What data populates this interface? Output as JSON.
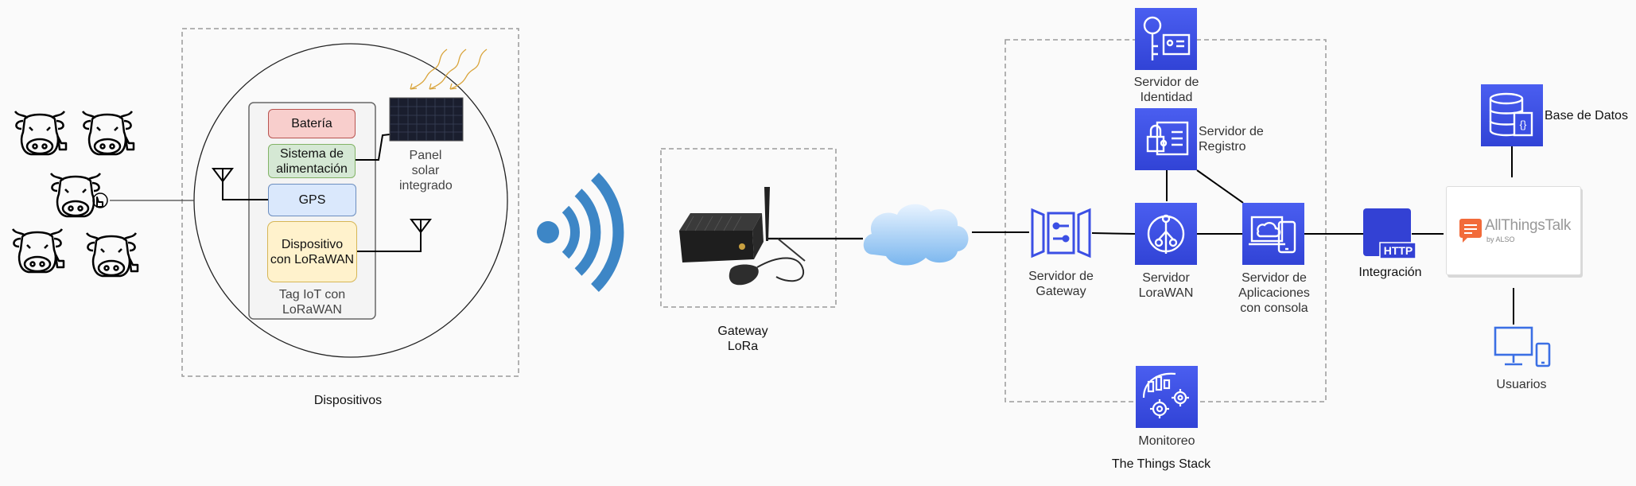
{
  "devices": {
    "title": "Dispositivos",
    "battery": "Batería",
    "power": "Sistema de alimentación",
    "gps": "GPS",
    "lora_device": "Dispositivo con LoRaWAN",
    "tag": "Tag IoT con LoRaWAN",
    "solar_panel": "Panel solar integrado"
  },
  "gateway": {
    "label": "Gateway LoRa"
  },
  "things_stack": {
    "title": "The Things Stack",
    "identity": "Servidor de Identidad",
    "registry": "Servidor de Registro",
    "gateway_server": "Servidor de Gateway",
    "lorawan_server": "Servidor LoraWAN",
    "app_server": "Servidor de Aplicaciones con consola",
    "monitoring": "Monitoreo"
  },
  "integration": {
    "label": "Integración",
    "http": "HTTP"
  },
  "database": {
    "label": "Base de Datos"
  },
  "platform": {
    "name": "AllThingsTalk",
    "sub": "by ALSO"
  },
  "users": {
    "label": "Usuarios"
  },
  "colors": {
    "aws_blue": "#3b4fe4",
    "wifi_blue": "#3d86c6",
    "battery_fill": "#f8cecc",
    "power_fill": "#d5e8d4",
    "gps_fill": "#dae8fc",
    "lora_fill": "#fff2cc",
    "brand_orange": "#f26b3a"
  }
}
